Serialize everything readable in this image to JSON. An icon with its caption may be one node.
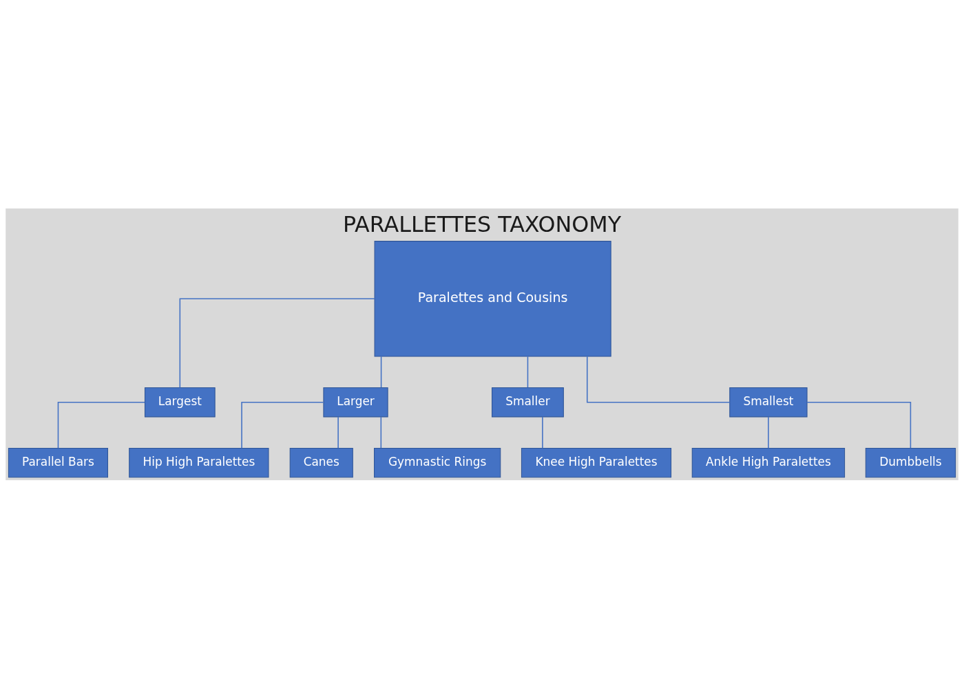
{
  "diagram": {
    "title": "PARALLETTES TAXONOMY",
    "nodes": [
      {
        "text": [
          "Paralettes and Cousins"
        ]
      },
      {
        "text": [
          "Largest"
        ]
      },
      {
        "text": [
          "Larger"
        ]
      },
      {
        "text": [
          "Smaller"
        ]
      },
      {
        "text": [
          "Smallest"
        ]
      },
      {
        "text": [
          "Hip High Paralettes"
        ]
      },
      {
        "text": [
          "Canes"
        ]
      },
      {
        "text": [
          "Gymnastic Rings"
        ]
      },
      {
        "text": [
          "Parallel Bars"
        ]
      },
      {
        "text": [
          "Knee High Paralettes"
        ]
      },
      {
        "text": [
          "Ankle High Paralettes"
        ]
      },
      {
        "text": [
          "Dumbbells"
        ]
      }
    ],
    "edges": [
      {
        "from": 0,
        "to": 1,
        "arrow": "none"
      },
      {
        "from": 0,
        "to": 2,
        "arrow": "none"
      },
      {
        "from": 0,
        "to": 3,
        "arrow": "none"
      },
      {
        "from": 0,
        "to": 4,
        "arrow": "none"
      },
      {
        "from": 2,
        "to": 5,
        "arrow": "none"
      },
      {
        "from": 2,
        "to": 6,
        "arrow": "none"
      },
      {
        "from": 2,
        "to": 7,
        "arrow": "none"
      },
      {
        "from": 1,
        "to": 8,
        "arrow": "none"
      },
      {
        "from": 3,
        "to": 9,
        "arrow": "none"
      },
      {
        "from": 4,
        "to": 10,
        "arrow": "none"
      },
      {
        "from": 4,
        "to": 11,
        "arrow": "none"
      }
    ]
  }
}
